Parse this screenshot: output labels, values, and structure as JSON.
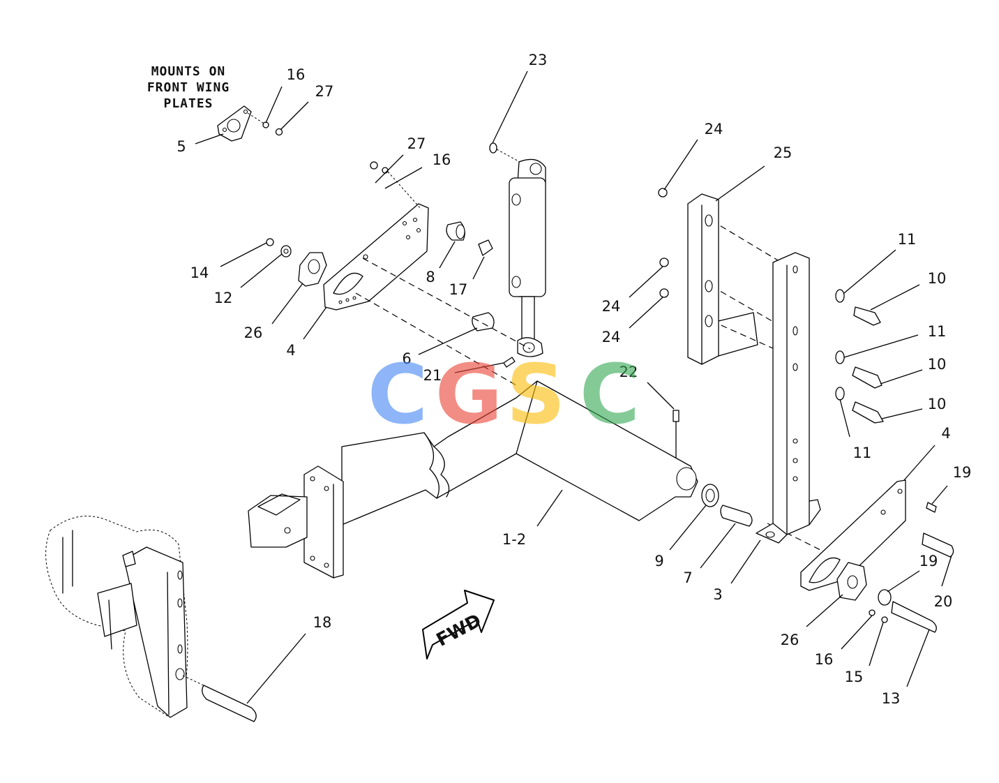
{
  "diagram": {
    "note_lines": [
      "MOUNTS ON",
      "FRONT WING",
      "PLATES"
    ],
    "direction_label": "FWD",
    "watermark": {
      "letters": [
        "C",
        "G",
        "S",
        "C"
      ],
      "colors": [
        "#4285f4",
        "#ea4335",
        "#fbbc05",
        "#34a853"
      ]
    },
    "callouts": [
      "23",
      "16",
      "27",
      "5",
      "27",
      "16",
      "14",
      "12",
      "26",
      "4",
      "8",
      "17",
      "6",
      "21",
      "22",
      "1-2",
      "24",
      "25",
      "24",
      "24",
      "11",
      "10",
      "11",
      "10",
      "10",
      "11",
      "4",
      "19",
      "9",
      "7",
      "3",
      "19",
      "20",
      "26",
      "16",
      "15",
      "13",
      "18"
    ]
  }
}
